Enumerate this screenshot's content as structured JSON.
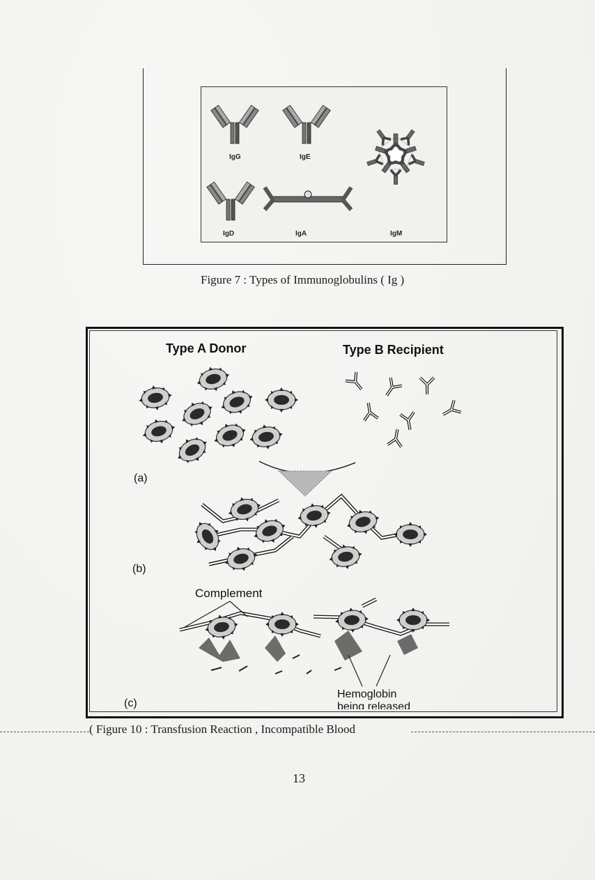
{
  "figure7": {
    "labels": {
      "igg": "IgG",
      "ige": "IgE",
      "igd": "IgD",
      "iga": "IgA",
      "igm": "IgM"
    },
    "caption": "Figure 7 : Types of Immunoglobulins ( Ig )"
  },
  "figure10": {
    "donor_title": "Type A Donor",
    "recipient_title": "Type B Recipient",
    "label_a": "(a)",
    "label_b": "(b)",
    "label_c": "(c)",
    "complement": "Complement",
    "hemoglobin_line1": "Hemoglobin",
    "hemoglobin_line2": "being released",
    "caption": "( Figure 10 : Transfusion Reaction , Incompatible Blood"
  },
  "page_number": "13"
}
